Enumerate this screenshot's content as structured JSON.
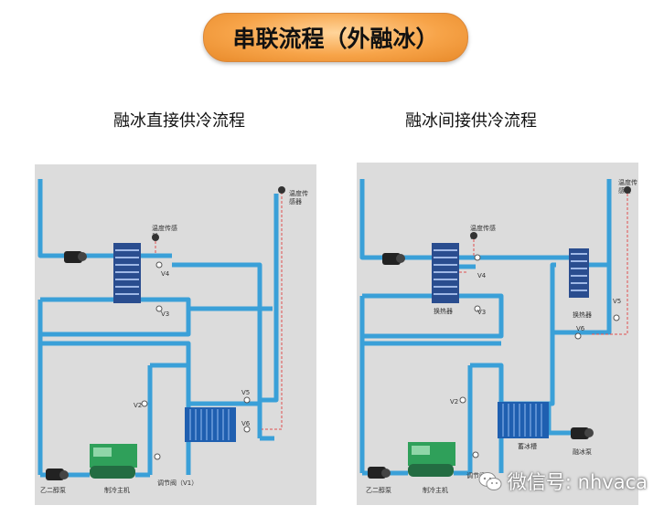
{
  "banner": {
    "title": "串联流程（外融冰）"
  },
  "left": {
    "subtitle": "融冰直接供冷流程",
    "labels": {
      "temp_sensor": "温度传感器",
      "temp_sensor_top": "温度传感器",
      "v1": "调节阀（V1）",
      "v2": "V2",
      "v3": "V3",
      "v4": "V4",
      "v5": "V5",
      "v6": "V6",
      "chiller": "制冷主机",
      "glycol_pump": "乙二醇泵"
    }
  },
  "right": {
    "subtitle": "融冰间接供冷流程",
    "labels": {
      "temp_sensor": "温度传感器",
      "temp_sensor_top": "温度传感器",
      "hx_left": "换热器",
      "hx_right": "换热器",
      "v2": "V2",
      "v3": "V3",
      "v4": "V4",
      "v5": "V5",
      "v6": "V6",
      "ice_tank": "蓄冰槽",
      "melt_pump": "融冰泵",
      "chiller": "制冷主机",
      "glycol_pump": "乙二醇泵",
      "v1": "调节阀"
    }
  },
  "watermark": {
    "text": "微信号: nhvaca"
  },
  "colors": {
    "pipe": "#3aa0d8",
    "pipe_dark": "#1d6fa8",
    "panel": "#dcdcdc",
    "sensor_line": "#e05050",
    "banner": "#f7a449"
  }
}
